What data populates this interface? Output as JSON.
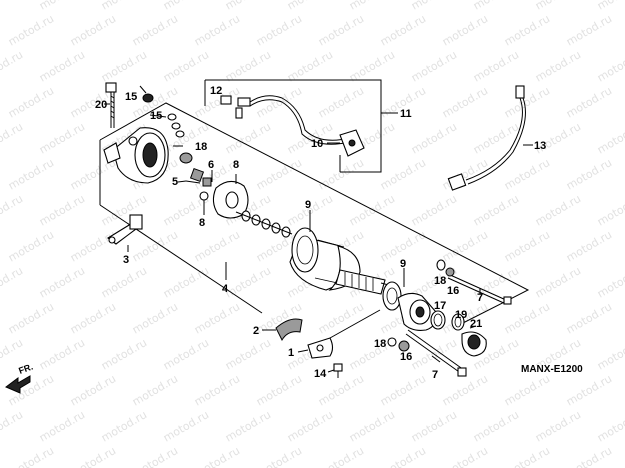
{
  "diagram": {
    "code": "MANX-E1200",
    "front_label": "FR.",
    "watermark": "motod.ru",
    "callouts": {
      "p1": "1",
      "p2": "2",
      "p3": "3",
      "p4": "4",
      "p5": "5",
      "p6": "6",
      "p7a": "7",
      "p7b": "7",
      "p8a": "8",
      "p8b": "8",
      "p9a": "9",
      "p9b": "9",
      "p10": "10",
      "p11": "11",
      "p12": "12",
      "p13": "13",
      "p14": "14",
      "p15a": "15",
      "p15b": "15",
      "p16a": "16",
      "p16b": "16",
      "p17": "17",
      "p18a": "18",
      "p18b": "18",
      "p18c": "18",
      "p19": "19",
      "p20": "20",
      "p21": "21"
    }
  }
}
